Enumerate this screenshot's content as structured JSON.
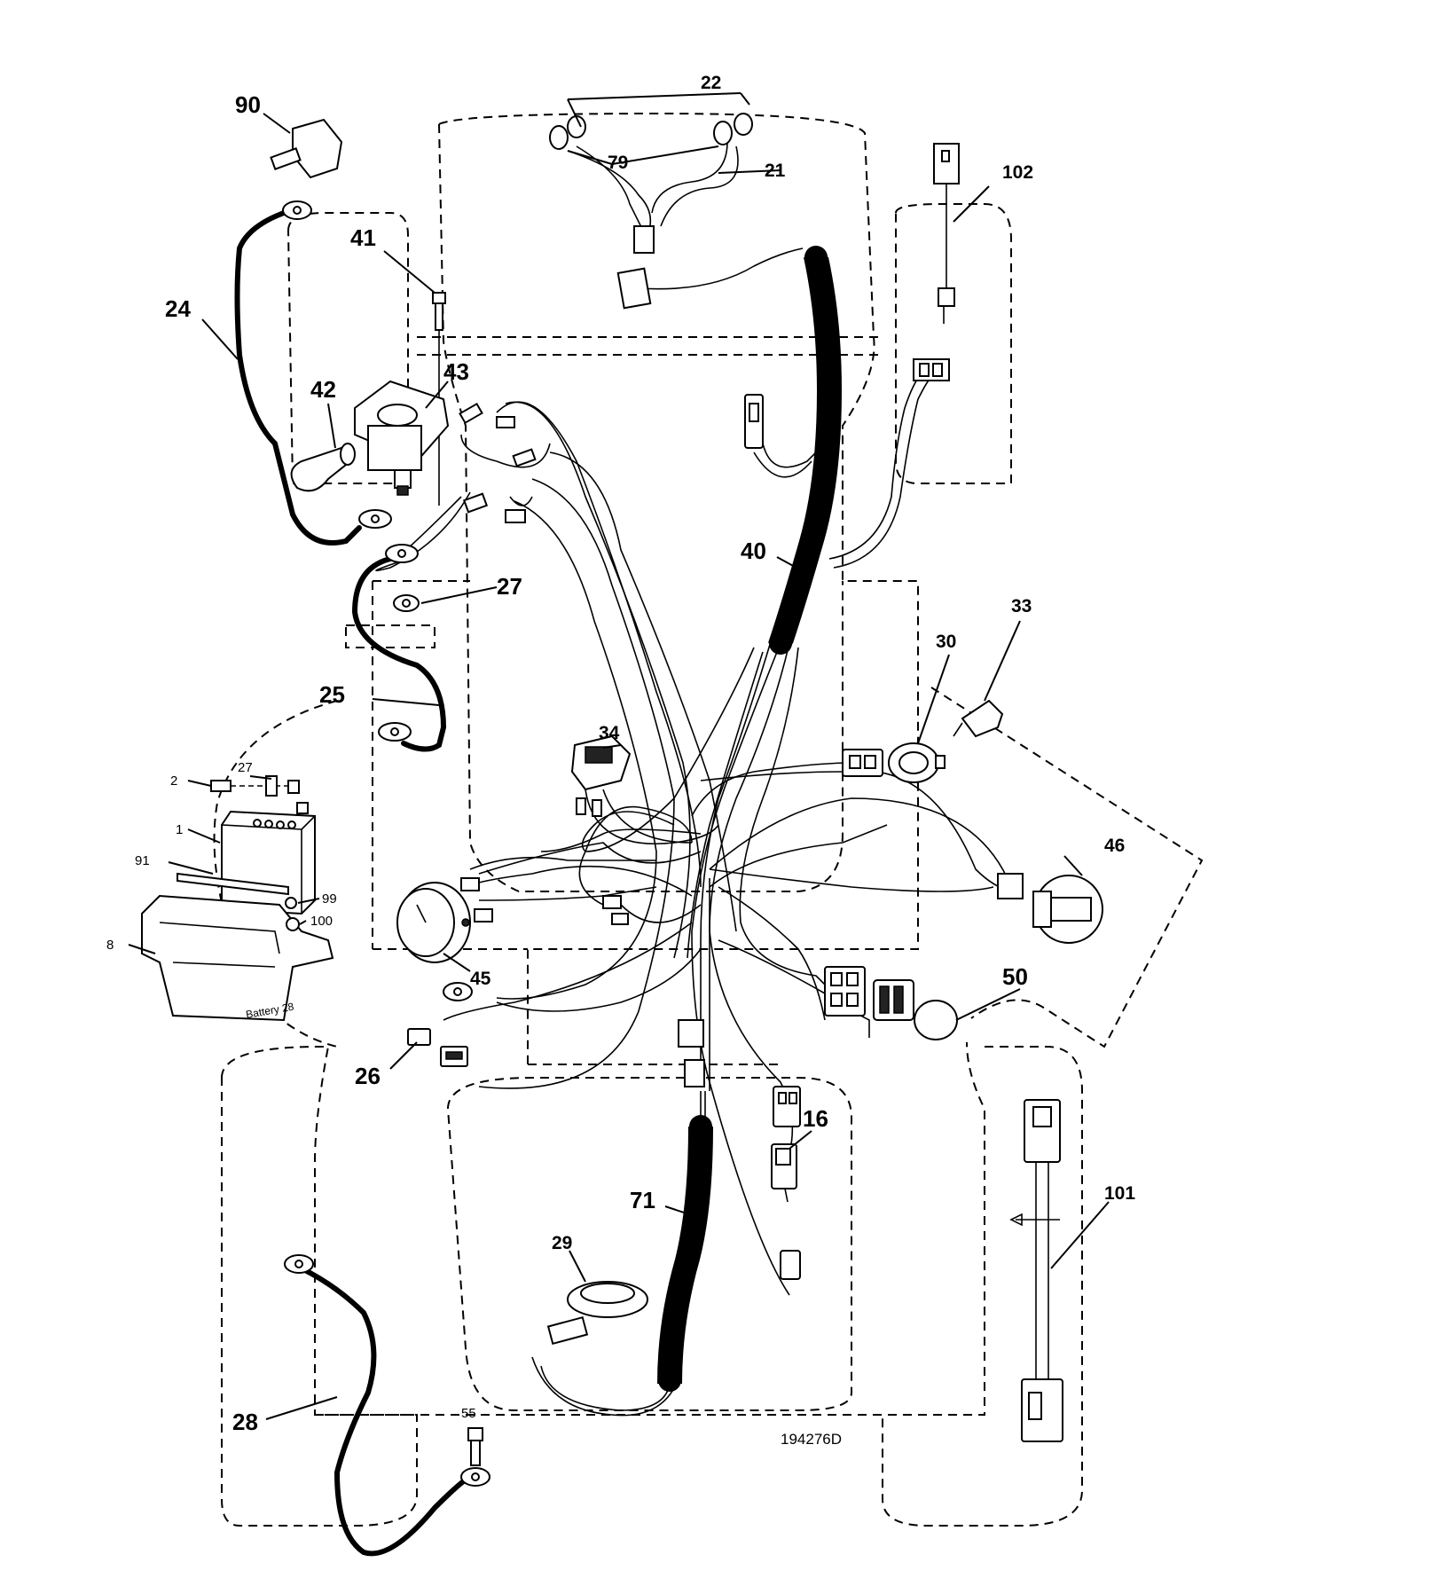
{
  "drawing_number": "194276D",
  "battery_marking": "Battery 28",
  "callouts": {
    "c1": "1",
    "c2": "2",
    "c8": "8",
    "c16": "16",
    "c21": "21",
    "c22": "22",
    "c24": "24",
    "c25": "25",
    "c26": "26",
    "c27a": "27",
    "c27b": "27",
    "c28": "28",
    "c29": "29",
    "c30": "30",
    "c33": "33",
    "c34": "34",
    "c40": "40",
    "c41": "41",
    "c42": "42",
    "c43": "43",
    "c45": "45",
    "c46": "46",
    "c50": "50",
    "c55": "55",
    "c71": "71",
    "c79": "79",
    "c90": "90",
    "c91": "91",
    "c99": "99",
    "c100": "100",
    "c101": "101",
    "c102": "102"
  }
}
